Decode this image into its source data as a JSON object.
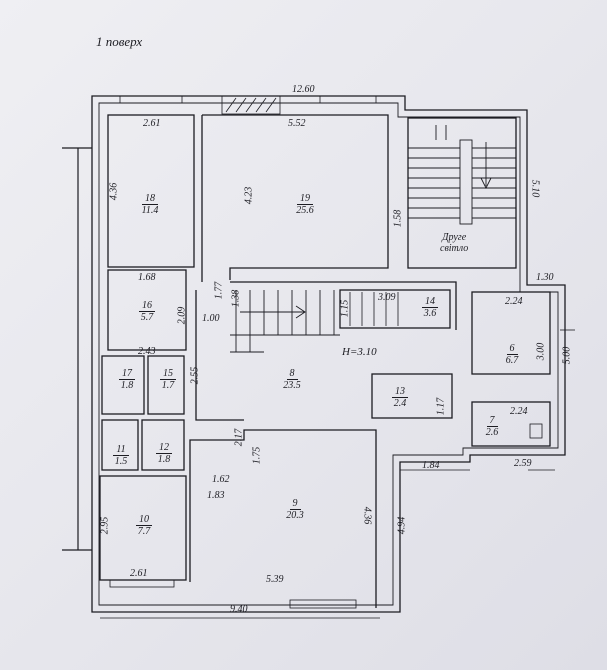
{
  "title": "1 поверх",
  "height_label": "H=3.10",
  "stair_label_line1": "Друге",
  "stair_label_line2": "світло",
  "rooms": [
    {
      "num": "18",
      "area": "11.4"
    },
    {
      "num": "19",
      "area": "25.6"
    },
    {
      "num": "16",
      "area": "5.7"
    },
    {
      "num": "17",
      "area": "1.8"
    },
    {
      "num": "15",
      "area": "1.7"
    },
    {
      "num": "11",
      "area": "1.5"
    },
    {
      "num": "12",
      "area": "1.8"
    },
    {
      "num": "10",
      "area": "7.7"
    },
    {
      "num": "8",
      "area": "23.5"
    },
    {
      "num": "9",
      "area": "20.3"
    },
    {
      "num": "14",
      "area": "3.6"
    },
    {
      "num": "13",
      "area": "2.4"
    },
    {
      "num": "6",
      "area": "6.7"
    },
    {
      "num": "7",
      "area": "2.6"
    }
  ],
  "dimensions": {
    "d_12_60": "12.60",
    "d_2_61_top": "2.61",
    "d_5_52": "5.52",
    "d_4_36_left": "4.36",
    "d_4_23": "4.23",
    "d_1_58": "1.58",
    "d_5_10": "5.10",
    "d_1_68": "1.68",
    "d_2_09": "2.09",
    "d_1_00": "1.00",
    "d_1_77": "1.77",
    "d_1_38": "1.38",
    "d_1_15": "1.15",
    "d_3_09": "3.09",
    "d_1_30": "1.30",
    "d_2_24_top": "2.24",
    "d_3_00": "3.00",
    "d_5_00": "5.00",
    "d_2_43": "2.43",
    "d_2_55": "2.55",
    "d_1_17": "1.17",
    "d_2_24_bottom": "2.24",
    "d_2_17": "2.17",
    "d_1_75": "1.75",
    "d_1_84": "1.84",
    "d_2_59": "2.59",
    "d_1_62": "1.62",
    "d_1_83": "1.83",
    "d_2_95": "2.95",
    "d_4_36_right": "4.36",
    "d_4_94": "4.94",
    "d_2_61_bottom": "2.61",
    "d_5_39": "5.39",
    "d_9_40": "9.40"
  }
}
